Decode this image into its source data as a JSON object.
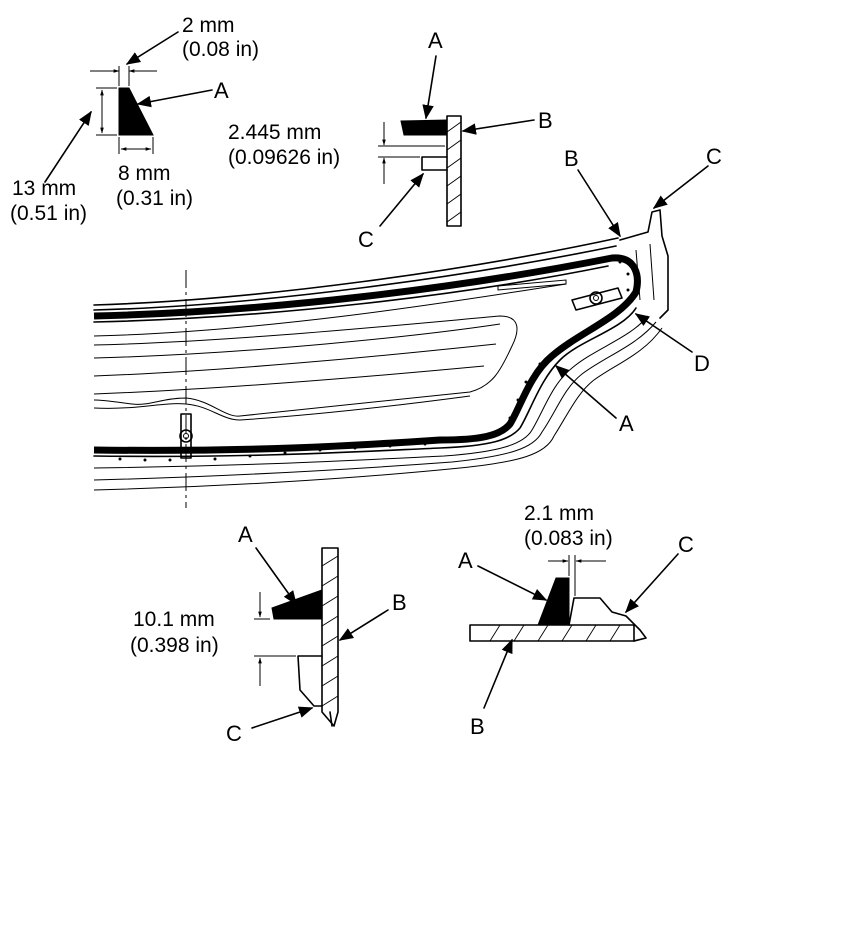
{
  "callouts": {
    "a": "A",
    "b": "B",
    "c": "C",
    "d": "D"
  },
  "dimensions": {
    "width_mm": "2 mm",
    "width_in": "(0.08 in)",
    "height_mm": "13 mm",
    "height_in": "(0.51 in)",
    "base_mm": "8 mm",
    "base_in": "(0.31 in)",
    "gap_top_mm": "2.445 mm",
    "gap_top_in": "(0.09626 in)",
    "gap_side_mm": "10.1 mm",
    "gap_side_in": "(0.398 in)",
    "gap_bottom_mm": "2.1 mm",
    "gap_bottom_in": "(0.083 in)"
  }
}
